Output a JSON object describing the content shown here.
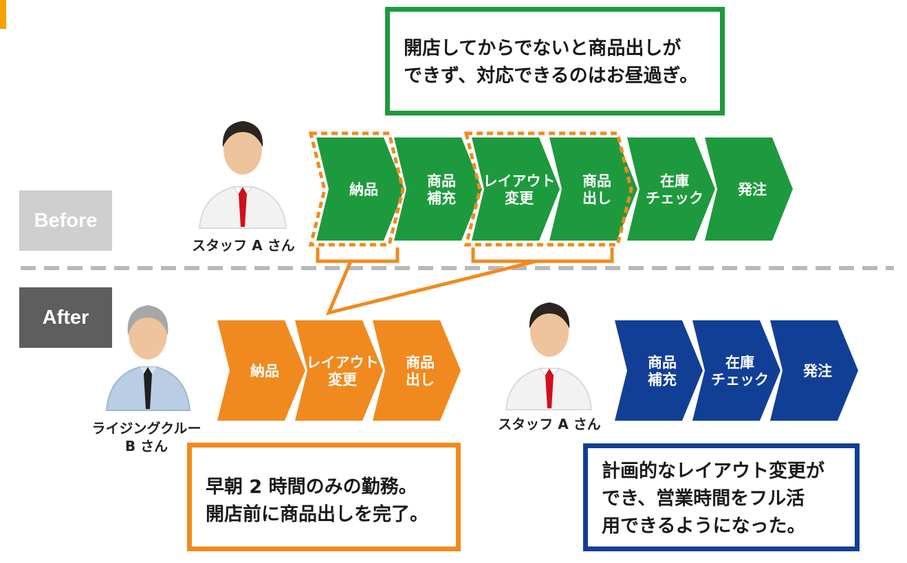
{
  "before_label": "Before",
  "after_label": "After",
  "before_steps": [
    {
      "lines": [
        "納品"
      ]
    },
    {
      "lines": [
        "商品",
        "補充"
      ]
    },
    {
      "lines": [
        "レイアウト",
        "変更"
      ]
    },
    {
      "lines": [
        "商品",
        "出し"
      ]
    },
    {
      "lines": [
        "在庫",
        "チェック"
      ]
    },
    {
      "lines": [
        "発注"
      ]
    }
  ],
  "after_crew_steps": [
    {
      "lines": [
        "納品"
      ]
    },
    {
      "lines": [
        "レイアウト",
        "変更"
      ]
    },
    {
      "lines": [
        "商品",
        "出し"
      ]
    }
  ],
  "after_staff_steps": [
    {
      "lines": [
        "商品",
        "補充"
      ]
    },
    {
      "lines": [
        "在庫",
        "チェック"
      ]
    },
    {
      "lines": [
        "発注"
      ]
    }
  ],
  "people": {
    "staff_before": "スタッフ A さん",
    "crew_line1": "ライジングクルー",
    "crew_line2": "B さん",
    "staff_after": "スタッフ A さん"
  },
  "callouts": {
    "top": [
      "開店してからでないと商品出しが",
      "できず、対応できるのはお昼過ぎ。"
    ],
    "left": [
      "早朝 2 時間のみの勤務。",
      "開店前に商品出しを完了。"
    ],
    "right": [
      "計画的なレイアウト変更が",
      "でき、営業時間をフル活",
      "用できるようになった。"
    ]
  },
  "colors": {
    "before": "#1e9a3e",
    "crew": "#f08a1e",
    "staff_after": "#123f96",
    "tie": "#d0101a"
  }
}
